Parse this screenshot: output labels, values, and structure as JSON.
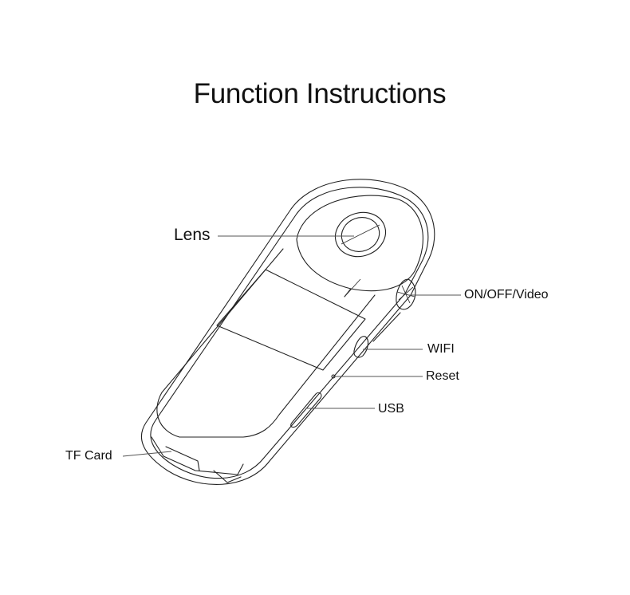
{
  "title": "Function Instructions",
  "callouts": {
    "lens": "Lens",
    "power": "ON/OFF/Video",
    "wifi": "WIFI",
    "reset": "Reset",
    "usb": "USB",
    "tf_card": "TF Card"
  }
}
